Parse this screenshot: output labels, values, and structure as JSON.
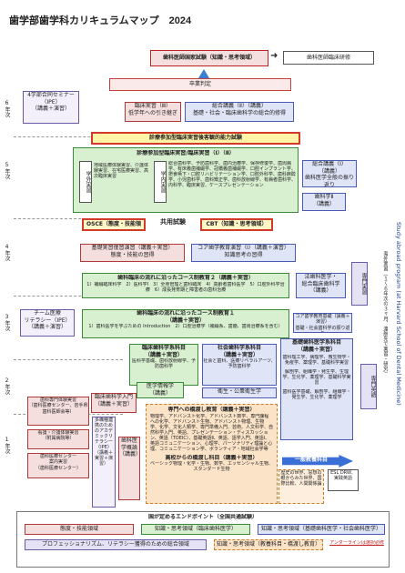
{
  "title": "歯学部歯学科カリキュラムマップ　2024",
  "top": {
    "exam": "歯科医師国家試験（知識・思考領域）",
    "training": "歯科医師臨床研修",
    "graduation": "卒業判定"
  },
  "years": {
    "y6": "6年次",
    "y5": "5年次",
    "y4": "4年次",
    "y3": "3年次",
    "y2": "2年次",
    "y1": "1年次"
  },
  "ipe": {
    "seminar4": "4学部合同セミナー\n（IPE）\n（講義＋演習）",
    "team": "チーム医療\nリテラシー（IPE）\n（講義＋演習）"
  },
  "y6": {
    "clinical3": "臨床実習（Ⅲ）\n低学年への引き継ぎ",
    "general2": "総合講義（Ⅱ）（講義）\n基礎・社会・臨床歯科学の総合的修得"
  },
  "y5": {
    "bar": "診療参加型臨床実習後客観的能力試験",
    "clinical_head": "診療参加型臨床実習/臨床実習（Ⅰ）（Ⅱ）",
    "gakugai": "学外実習",
    "gakunai": "学内実習",
    "gakugai_detail": "地域医療体験実習、介護体験実習、在宅医療実習、高次臨床実習",
    "gakunai_detail": "総合歯科学、予防歯科学、歯内治療学、保存修復学、歯周病学、有床義歯補綴学、冠橋義歯補綴学、口腔インプラント学、摂食嚥下・口腔リハビリテーション学、口腔外科学、歯科麻酔学、小児歯科学、歯科矯正学、歯科放射線学、有病者歯科学、内科学、臨床実習、ケースプレゼンテーション",
    "general1": "総合講義（Ⅰ）\n（講義）\n歯科医学全般の振り返り",
    "dental2": "歯科学Ⅱ\n（講義）"
  },
  "y4": {
    "osce": "OSCE（態度・技能領域）",
    "kyoyo": "共用試験",
    "cbt": "CBT（知識・思考領域）",
    "basic_practice": "基礎実習復習演習（講義＋実習）\n態度・技能の習得",
    "core_review": "コア歯学教育演習（Ⅰ）（講義＋演習）\n知識思考の習得",
    "course2": "歯科臨床の流れに沿ったコース制教育２（講義＋実習）",
    "course2_detail": "1）補綴臨床科学　2）医科学Ⅰ　3）全身管理と歯科臨床　4）高齢者歯科医学　5）口腔外科学治療　6）成長発育期と障害者の歯科治療",
    "forensic": "法歯科医学・\n総合臨床歯科学\n（講義）",
    "special_practice": "専門実習"
  },
  "y3": {
    "course1": "歯科臨床の流れに沿ったコース制教育１\n（講義＋実習）",
    "course1_detail": "1）歯科医学を学ぶための Introduction　2）口腔治療学（補綴系、歯髄、歯周治療系を含む）",
    "core_basic": "コア歯学教育基礎（講義＋演習）\n基礎・社会歯科学の振り返り",
    "basic_dental": "基礎歯科医学系科目\n（講義＋実習）",
    "basic_dental_detail": "歯科理工学、病理学、微生物学・免疫学、薬理学、基礎科学実習",
    "clinical_basic": "臨床歯科学系科目\n（講義＋実習）",
    "clinical_basic_detail": "医科学基礎、歯科放射線学、予防歯科学",
    "social": "社会歯科学系科目\n（講義＋実習）",
    "social_detail": "社会と歯科、医療リベラルアーツ、予防歯科学",
    "special_english": "専門英語"
  },
  "y2": {
    "clinical_intro": "臨床歯科学入門\n（講義＋実習）",
    "med_info": "医学情報学\n（講義）",
    "oral_health": "衛生・公衆衛生学",
    "basic_detail2": "解剖学、組織学・発生学、生理学、生化学、薬理学、基礎科学実習",
    "basic_detail1": "歯科医学基礎、解剖学、組織学・発生学、生化学、薬理学"
  },
  "y1": {
    "dental_specialty": "歯科専門体験実習\n（歯科医療センター、岩手県歯科医師会等）",
    "nursing": "看護・介護体験実習\n（附属病院等）",
    "hospital": "歯科医療センター\n案内実習\n（歯科医療センター）",
    "multi_practice": "多職種連携のためのアカデミックリテラシー（IPE）\n（講義＋実習＋演習）",
    "dental_intro": "歯科医学概論\n（講義）",
    "bridge": "専門への橋渡し教育（講義＋実習）",
    "bridge_detail": "物理学、アドバンスト化学、アドバンスト数学、専門課程への化学、アドバンスト生物、アドバンスト物理、生物学、化学、文化人類学、専門準備入門、芸術、人文科学、自然科学入門、英語、プレゼンテーション・ディスカッション、英語（TOEIC）、基礎英語Ⅱ、英語、語学入門、英語Ⅰ、英語コミュニケーション、心理学、パーソナリティ理論と心理、コミュニケーション学、ボランティア・地域社会学等",
    "highschool": "高校からの橋渡し科目（講義＋実習）",
    "highschool_detail": "ベーシック物理・化学・生物、数学、エッセンシャル生物、スタンダード生物",
    "general_edu": "一般教養科目",
    "general_edu_detail": "歴史の世界、思想の眼からみた世界、国際比較、人間関係論",
    "esl": "ESL DRW、実践英語"
  },
  "side": {
    "harvard": "Study abroad program (at Harvard School of Dental Medicine)",
    "harvard_jp": "海外実習（１〜６年次の３ヶ月、渡航先で実習・研究）",
    "english": "専門英語"
  },
  "legend": {
    "head": "国が定めるエンドポイント（全国共通試験）",
    "a": "態度・技能領域",
    "b": "知識・思考領域（臨床歯科医学）",
    "c": "知識・思考領域（基礎歯科医学・社会歯科医学）",
    "d": "プロフェッショナリズム、リテラシー獲得のための総合領域",
    "e": "知識・思考領域（教養科目・橋渡し教育）",
    "e_note": "アンダーラインは選択必修"
  }
}
